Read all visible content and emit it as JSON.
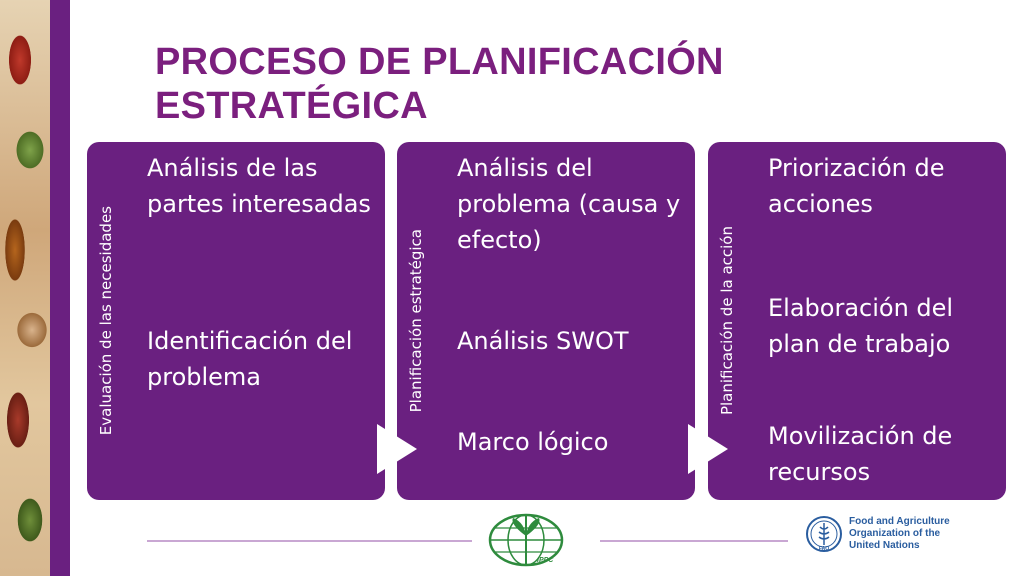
{
  "title": {
    "line1": "PROCESO DE PLANIFICACIÓN",
    "line2": "ESTRATÉGICA"
  },
  "colors": {
    "panel": "#6a2080",
    "title": "#7b1f7e",
    "divider": "#c9a7d3",
    "fao_blue": "#2a5d9f",
    "ippc_green": "#2e8b3d"
  },
  "panels": [
    {
      "label": "Evaluación de las necesidades",
      "items": [
        "Análisis de las partes interesadas",
        "Identificación del problema"
      ]
    },
    {
      "label": "Planificación estratégica",
      "items": [
        "Análisis del problema (causa y efecto)",
        "Análisis SWOT",
        "Marco lógico"
      ]
    },
    {
      "label": "Planificación de la acción",
      "items": [
        "Priorización de acciones",
        "Elaboración del plan de trabajo",
        "Movilización de recursos"
      ]
    }
  ],
  "logos": {
    "ippc": {
      "text": "IPPC",
      "icon": "ippc-globe-plant-logo"
    },
    "fao": {
      "icon": "fao-emblem-logo",
      "emblem_text": "FAO",
      "line1": "Food and Agriculture",
      "line2": "Organization of the",
      "line3": "United Nations"
    }
  }
}
